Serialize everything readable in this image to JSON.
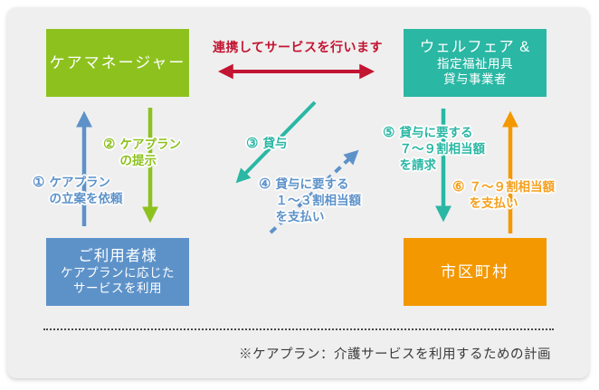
{
  "diagram": {
    "boxes": {
      "care_manager": {
        "title": "ケアマネージャー",
        "color": "#8dc21e"
      },
      "welfare": {
        "title": "ウェルフェア &",
        "line2": "指定福祉用具",
        "line3": "貸与事業者",
        "color": "#2ab7a4"
      },
      "user": {
        "title": "ご利用者様",
        "line2": "ケアプランに応じた",
        "line3": "サービスを利用",
        "color": "#5d92c9"
      },
      "municipality": {
        "title": "市区町村",
        "color": "#f39800"
      }
    },
    "top_arrow_label": "連携してサービスを行います",
    "labels": {
      "step1": {
        "num": "①",
        "lines": [
          "ケアプラン",
          "の立案を依頼"
        ]
      },
      "step2": {
        "num": "②",
        "lines": [
          "ケアプラン",
          "の提示"
        ]
      },
      "step3": {
        "num": "③",
        "lines": [
          "貸与"
        ]
      },
      "step4": {
        "num": "④",
        "lines": [
          "貸与に要する",
          "１～３割相当額",
          "を支払い"
        ]
      },
      "step5": {
        "num": "⑤",
        "lines": [
          "貸与に要する",
          "７～９割相当額",
          "を請求"
        ]
      },
      "step6": {
        "num": "⑥",
        "lines": [
          "７～９割相当額",
          "を支払い"
        ]
      }
    },
    "note": "※ケアプラン：介護サービスを利用するための計画",
    "colors": {
      "green": "#8dc21e",
      "teal": "#2ab7a4",
      "blue": "#5d92c9",
      "orange": "#f39800",
      "red": "#c31432",
      "panel_background": "#efefef"
    }
  }
}
